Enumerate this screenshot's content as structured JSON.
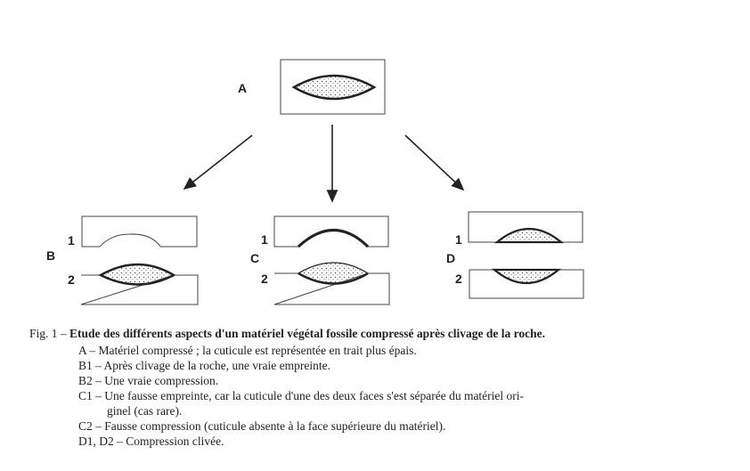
{
  "diagram": {
    "labels": {
      "A": "A",
      "B": "B",
      "C": "C",
      "D": "D",
      "one": "1",
      "two": "2"
    }
  },
  "caption": {
    "fig": "Fig. 1 –",
    "title": "Etude des différents aspects d'un matériel végétal fossile compressé après clivage de la roche.",
    "items": [
      "A – Matériel compressé ; la cuticule est représentée en trait plus épais.",
      "B1 – Après clivage de la roche, une vraie empreinte.",
      "B2 – Une vraie compression.",
      "C1 – Une fausse empreinte, car la cuticule d'une des deux faces s'est séparée du matériel ori-",
      "ginel (cas rare).",
      "C2 – Fausse compression (cuticule absente à la face supérieure du matériel).",
      "D1, D2 – Compression clivée."
    ]
  }
}
